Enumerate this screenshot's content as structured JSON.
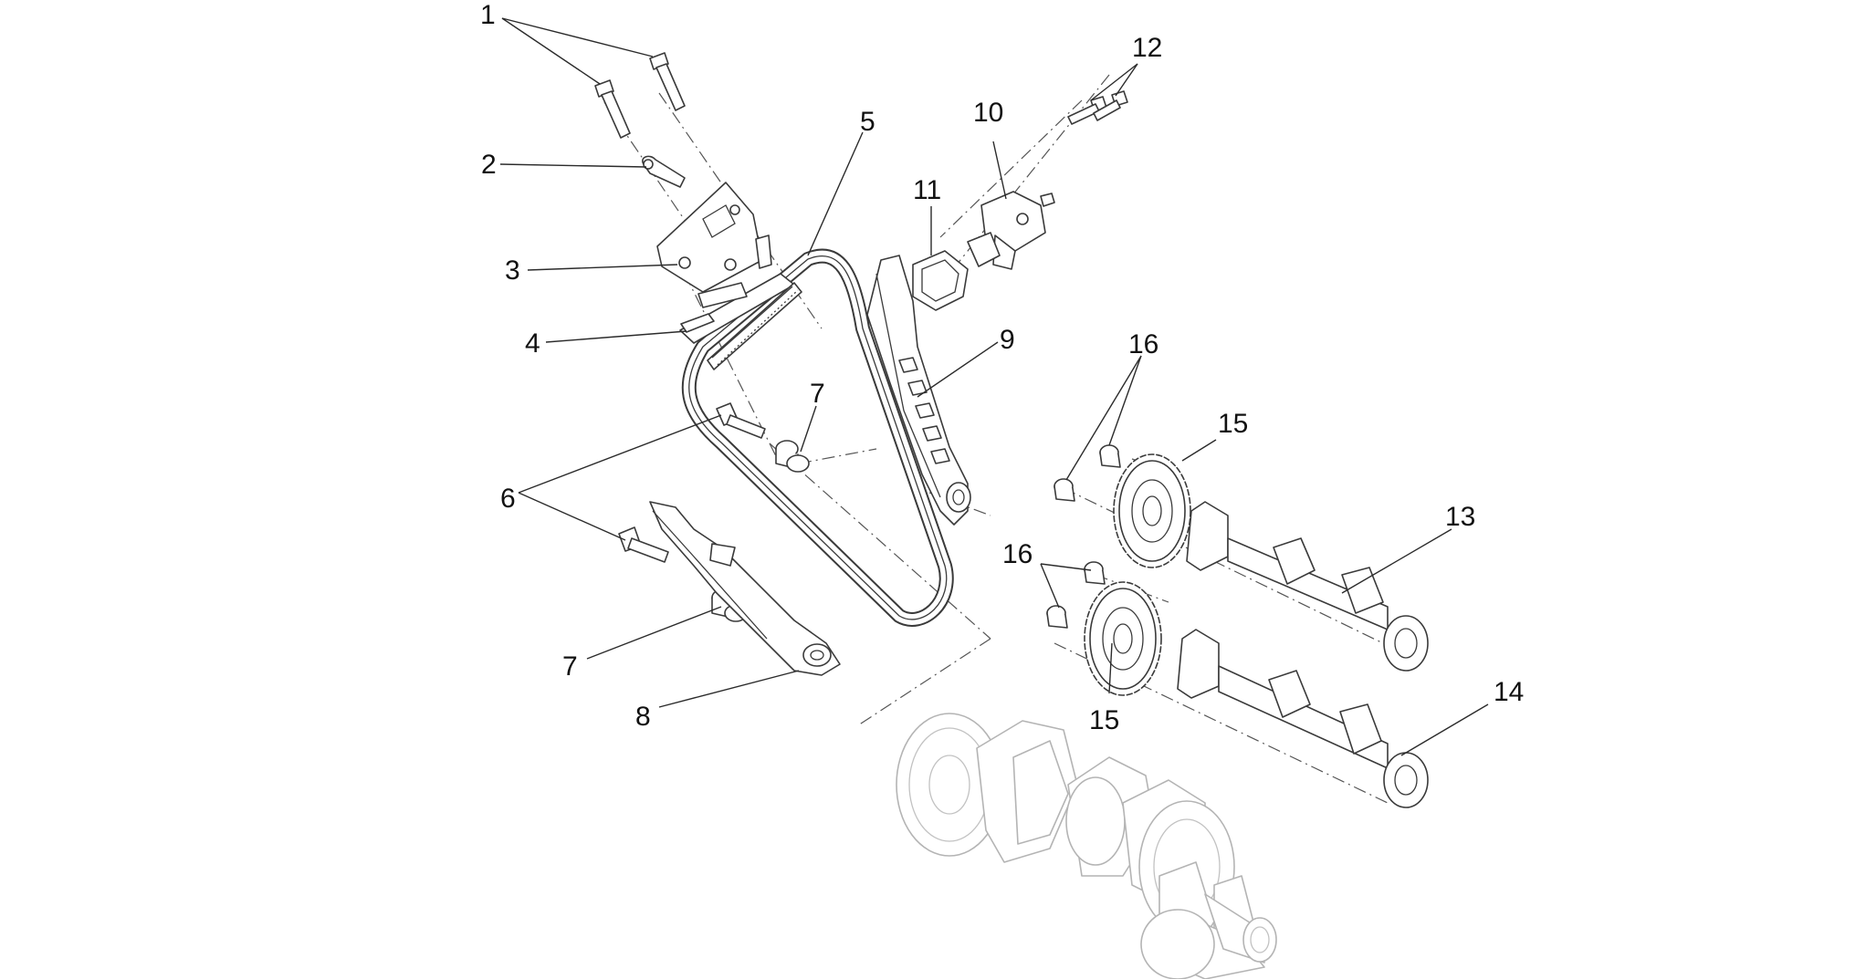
{
  "callouts": {
    "c1": "1",
    "c2": "2",
    "c3": "3",
    "c4": "4",
    "c5": "5",
    "c6": "6",
    "c7a": "7",
    "c7b": "7",
    "c8": "8",
    "c9": "9",
    "c10": "10",
    "c11": "11",
    "c12": "12",
    "c13": "13",
    "c14": "14",
    "c15a": "15",
    "c15b": "15",
    "c16a": "16",
    "c16b": "16"
  },
  "colors": {
    "line": "#3a3a3a",
    "ghost": "#b4b4b4",
    "background": "#ffffff"
  }
}
